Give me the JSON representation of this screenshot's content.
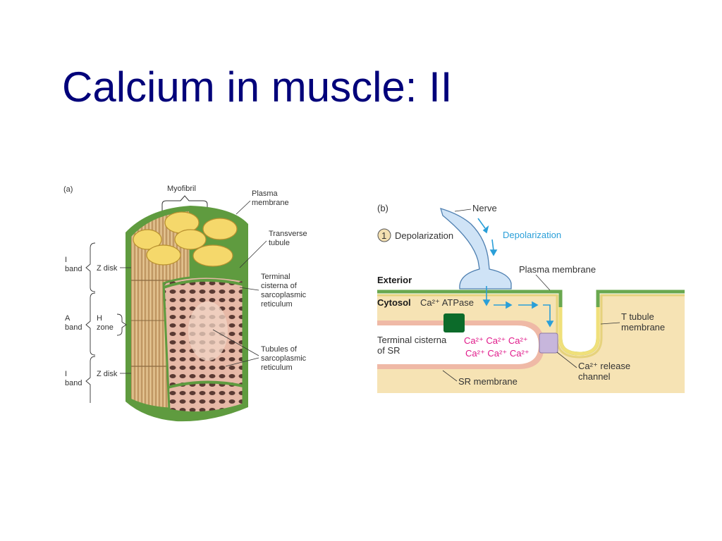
{
  "slide": {
    "title": "Calcium in muscle: II"
  },
  "panel_a": {
    "tag": "(a)",
    "labels": {
      "myofibril": "Myofibril",
      "plasma_membrane_1": "Plasma",
      "plasma_membrane_2": "membrane",
      "transverse_1": "Transverse",
      "transverse_2": "tubule",
      "terminal_1": "Terminal",
      "terminal_2": "cisterna of",
      "terminal_3": "sarcoplasmic",
      "terminal_4": "reticulum",
      "tubules_1": "Tubules of",
      "tubules_2": "sarcoplasmic",
      "tubules_3": "reticulum",
      "i_band_top_1": "I",
      "i_band_top_2": "band",
      "z_disk_top": "Z disk",
      "a_band_1": "A",
      "a_band_2": "band",
      "h_zone_1": "H",
      "h_zone_2": "zone",
      "i_band_bot_1": "I",
      "i_band_bot_2": "band",
      "z_disk_bot": "Z disk"
    }
  },
  "panel_b": {
    "tag": "(b)",
    "labels": {
      "nerve": "Nerve",
      "step_number": "1",
      "depolarization": "Depolarization",
      "depolarization_blue": "Depolarization",
      "plasma_membrane": "Plasma membrane",
      "exterior": "Exterior",
      "cytosol": "Cytosol",
      "ca_atpase": "Ca²⁺ ATPase",
      "t_tubule_1": "T tubule",
      "t_tubule_2": "membrane",
      "terminal_cisterna_1": "Terminal cisterna",
      "terminal_cisterna_2": "of SR",
      "ca_row_1": "Ca²⁺ Ca²⁺ Ca²⁺",
      "ca_row_2": "Ca²⁺  Ca²⁺  Ca²⁺",
      "release_1": "Ca²⁺ release",
      "release_2": "channel",
      "sr_membrane": "SR membrane"
    }
  },
  "colors": {
    "title": "#00007a",
    "membrane_green": "#6aa84f",
    "cytosol_beige": "#f6e3b4",
    "sr_pink": "#efb9a6",
    "depolarization_blue": "#2a9fd8",
    "calcium_magenta": "#e0198a",
    "atpase_green": "#0c6b2a",
    "channel_lilac": "#c7b6dc"
  }
}
